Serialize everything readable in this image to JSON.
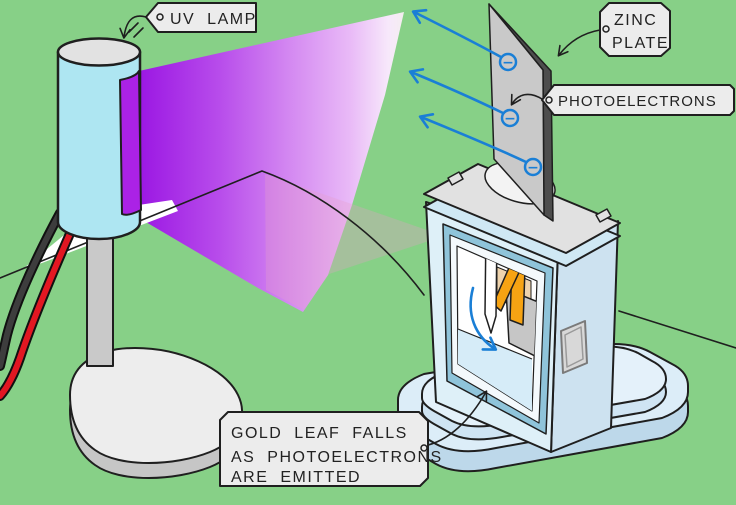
{
  "diagram": {
    "labels": {
      "uv_lamp": "UV LAMP",
      "zinc_plate_line1": "ZINC",
      "zinc_plate_line2": "PLATE",
      "photoelectrons": "PHOTOELECTRONS",
      "gold_leaf_line1": "GOLD LEAF FALLS",
      "gold_leaf_line2": "AS PHOTOELECTRONS",
      "gold_leaf_line3": "ARE EMITTED"
    },
    "electrons": {
      "symbol": "−",
      "count": 3
    },
    "colors": {
      "background": "#87d087",
      "beam_start": "#9b17e3",
      "beam_end": "#f3f0ec",
      "lamp_glass": "#aee6f2",
      "lamp_window": "#ab22e6",
      "lamp_top": "#e2e2e2",
      "stand_grey": "#ededed",
      "wire_red": "#e21722",
      "wire_black": "#3d3d3d",
      "zinc_plate_grey": "#c9c9c9",
      "zinc_plate_edge": "#4d4d4d",
      "electron_blue": "#1a7fd6",
      "gold_leaf_orange": "#f6a313",
      "electroscope_body": "#def0f8",
      "electroscope_frame_teal": "#8fc4da",
      "electroscope_base": "#dcedf8",
      "label_bg": "#ececec",
      "outline": "#1f1f1f"
    }
  }
}
